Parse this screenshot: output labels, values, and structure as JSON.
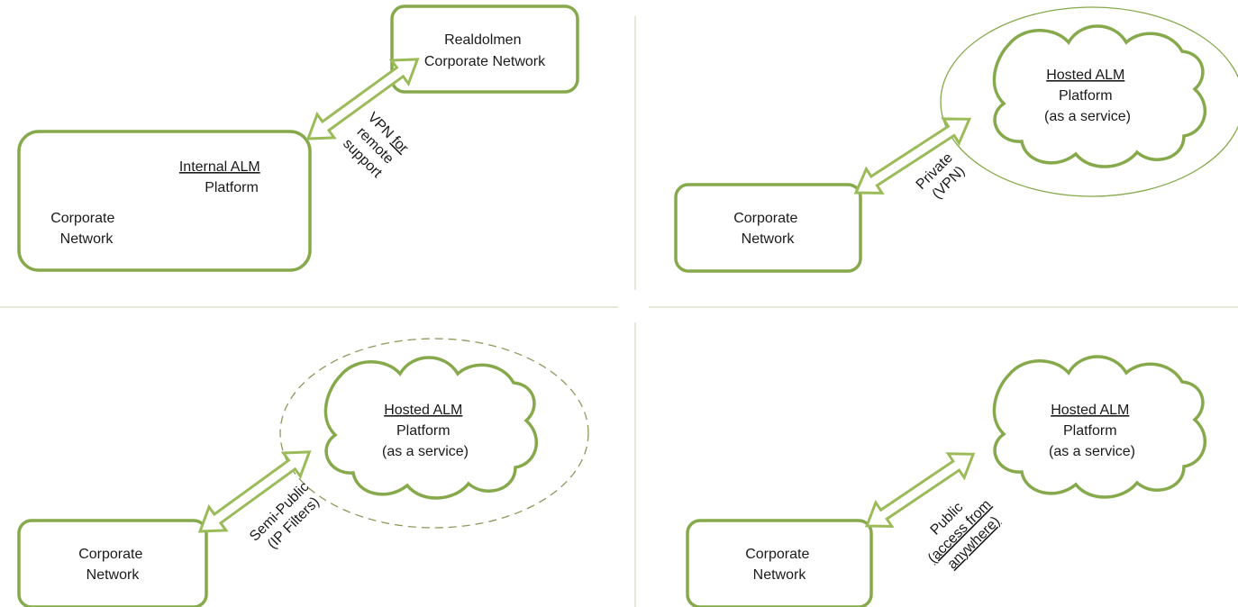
{
  "colors": {
    "accent": "#85a94b",
    "arrow_outline": "#9bbb59",
    "spellcheck_underline": "#d9262b",
    "divider": "#c8d3b4"
  },
  "quadrant_1": {
    "corporate_box": {
      "internal_line1": "Internal ALM",
      "internal_line2": "Platform",
      "corp_line1": "Corporate",
      "corp_line2": "Network"
    },
    "realdolmen_box": {
      "line1": "Realdolmen",
      "line2": "Corporate Network"
    },
    "link_label": {
      "line1": "VPN for",
      "line2": "remote",
      "line3": "support"
    }
  },
  "quadrant_2": {
    "corporate_box": {
      "line1": "Corporate",
      "line2": "Network"
    },
    "cloud": {
      "line1": "Hosted ALM",
      "line2": "Platform",
      "line3": "(as a service)"
    },
    "boundary": "solid",
    "link_label": {
      "line1": "Private",
      "line2": "(VPN)"
    }
  },
  "quadrant_3": {
    "corporate_box": {
      "line1": "Corporate",
      "line2": "Network"
    },
    "cloud": {
      "line1": "Hosted ALM",
      "line2": "Platform",
      "line3": "(as a service)"
    },
    "boundary": "dashed",
    "link_label": {
      "line1": "Semi-Public",
      "line2": "(IP Filters)"
    }
  },
  "quadrant_4": {
    "corporate_box": {
      "line1": "Corporate",
      "line2": "Network"
    },
    "cloud": {
      "line1": "Hosted ALM",
      "line2": "Platform",
      "line3": "(as a service)"
    },
    "boundary": "none",
    "link_label": {
      "line1": "Public",
      "line2": "(access from",
      "line3": "anywhere)"
    }
  }
}
